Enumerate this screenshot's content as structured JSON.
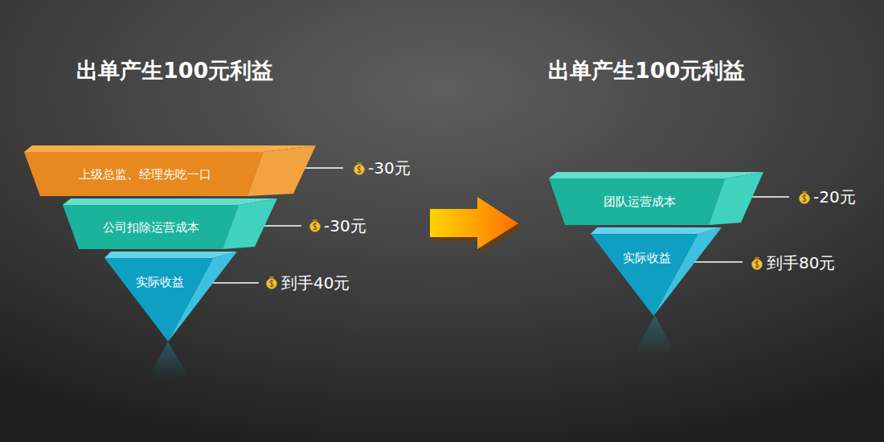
{
  "diagram": {
    "nodes": [
      {
        "text": [
          "上级总监、经理先吃一口"
        ]
      },
      {
        "text": [
          "公司扣除运营成本"
        ]
      },
      {
        "text": [
          "实际收益"
        ]
      },
      {
        "text": [
          "团队运营成本"
        ]
      },
      {
        "text": [
          "实际收益"
        ]
      }
    ],
    "labels": [
      "出单产生100元利益",
      "出单产生100元利益",
      "-30元",
      "-30元",
      "到手40元",
      "-20元",
      "到手80元"
    ]
  }
}
